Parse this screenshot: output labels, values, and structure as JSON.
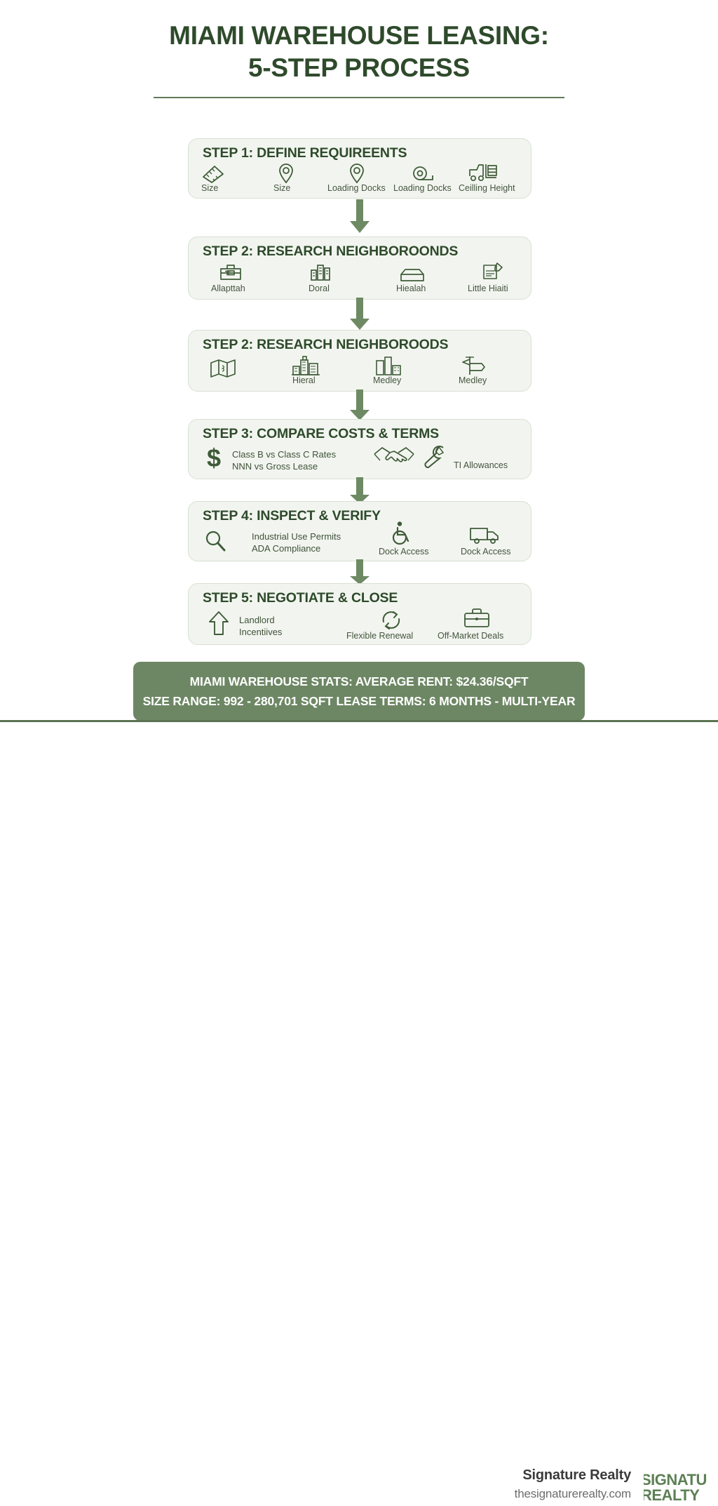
{
  "title": {
    "line1": "MIAMI WAREHOUSE LEASING:",
    "line2": "5-STEP PROCESS"
  },
  "colors": {
    "dark_green": "#2e4a2b",
    "mid_green": "#6d8764",
    "card_bg": "#f2f5ef",
    "card_border": "#d8e0d2",
    "icon_green": "#3f5b39",
    "banner_bg": "#6d8764",
    "divider": "#5b7352",
    "logo_green": "#5d8055"
  },
  "steps": [
    {
      "heading": "STEP 1: DEFINE REQUIREENTS",
      "items": [
        {
          "icon": "ruler-icon",
          "label": "Size"
        },
        {
          "icon": "map-pin-icon",
          "label": "Size"
        },
        {
          "icon": "map-pin-icon",
          "label": "Loading Docks"
        },
        {
          "icon": "tape-measure-icon",
          "label": "Loading Docks"
        },
        {
          "icon": "forklift-icon",
          "label": "Ceilling Height"
        }
      ]
    },
    {
      "heading": "STEP 2: RESEARCH NEIGHBOROONDS",
      "items": [
        {
          "icon": "toolbox-icon",
          "label": "Allapttah"
        },
        {
          "icon": "buildings-bars-icon",
          "label": "Doral"
        },
        {
          "icon": "container-box-icon",
          "label": "Hiealah"
        },
        {
          "icon": "document-pen-icon",
          "label": "Little Hiaiti"
        }
      ]
    },
    {
      "heading": "STEP 2: RESEARCH NEIGHBOROODS",
      "items": [
        {
          "icon": "folded-map-icon",
          "label": ""
        },
        {
          "icon": "city-skyline-icon",
          "label": "Hieral"
        },
        {
          "icon": "buildings-icon",
          "label": "Medley"
        },
        {
          "icon": "signpost-icon",
          "label": "Medley"
        }
      ]
    },
    {
      "heading": "STEP 3: COMPARE COSTS & TERMS",
      "items": [
        {
          "icon": "dollar-sign-icon",
          "label": "Class B vs Class C Rates\nNNN vs Gross Lease"
        },
        {
          "icon": "handshake-icon",
          "label": ""
        },
        {
          "icon": "wrench-icon",
          "label": "TI Allowances"
        }
      ]
    },
    {
      "heading": "STEP 4: INSPECT & VERIFY",
      "items": [
        {
          "icon": "magnifier-icon",
          "label": "Industrial Use Permits\nADA Compliance"
        },
        {
          "icon": "wheelchair-icon",
          "label": "Dock Access"
        },
        {
          "icon": "truck-icon",
          "label": "Dock Access"
        }
      ]
    },
    {
      "heading": "STEP 5: NEGOTIATE & CLOSE",
      "items": [
        {
          "icon": "up-arrow-icon",
          "label": "Landlord\nIncentiives"
        },
        {
          "icon": "refresh-cycle-icon",
          "label": "Flexible Renewal"
        },
        {
          "icon": "briefcase-icon",
          "label": "Off-Market Deals"
        }
      ]
    }
  ],
  "step_labels": {
    "s1_l1": "Size",
    "s1_l2": "Size",
    "s1_l3": "Loading Docks",
    "s1_l4": "Loading Docks",
    "s1_l5": "Ceilling Height",
    "s2_l1": "Allapttah",
    "s2_l2": "Doral",
    "s2_l3": "Hiealah",
    "s2_l4": "Little Hiaiti",
    "s3_l2": "Hieral",
    "s3_l3": "Medley",
    "s3_l4": "Medley",
    "s4_t1": "Class B vs Class C Rates",
    "s4_t2": "NNN vs Gross Lease",
    "s4_l3": "TI Allowances",
    "s5_t1": "Industrial Use Permits",
    "s5_t2": "ADA Compliance",
    "s5_l2": "Dock Access",
    "s5_l3": "Dock Access",
    "s6_t1": "Landlord",
    "s6_t2": "Incentiives",
    "s6_l2": "Flexible Renewal",
    "s6_l3": "Off-Market Deals"
  },
  "headings": {
    "h1": "STEP 1: DEFINE REQUIREENTS",
    "h2": "STEP 2: RESEARCH NEIGHBOROONDS",
    "h3": "STEP 2: RESEARCH NEIGHBOROODS",
    "h4": "STEP 3: COMPARE COSTS & TERMS",
    "h5": "STEP 4: INSPECT & VERIFY",
    "h6": "STEP 5: NEGOTIATE & CLOSE"
  },
  "stats_banner": {
    "line1": "MIAMI WAREHOUSE STATS:  AVERAGE RENT: $24.36/SQFT",
    "line2": "SIZE RANGE: 992 - 280,701 SQFT   LEASE TERMS: 6 MONTHS - MULTI-YEAR"
  },
  "footer": {
    "brand": "Signature Realty",
    "url": "thesignaturerealty.com",
    "logo_line1": "SIGNATU",
    "logo_line2": "REALTY"
  }
}
